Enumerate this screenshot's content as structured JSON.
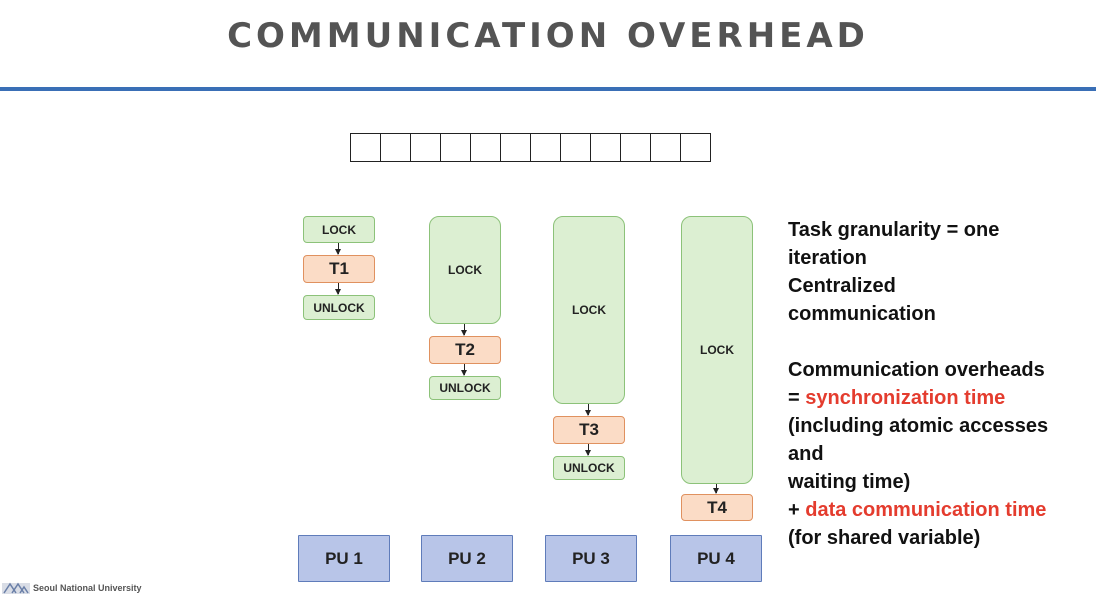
{
  "slide": {
    "title": "COMMUNICATION OVERHEAD",
    "array_cells": 12
  },
  "diagram": {
    "lock": "LOCK",
    "unlock": "UNLOCK",
    "tasks": [
      "T1",
      "T2",
      "T3",
      "T4"
    ],
    "pus": [
      "PU 1",
      "PU 2",
      "PU 3",
      "PU 4"
    ]
  },
  "notes": {
    "l1": "Task granularity = one",
    "l2": "iteration",
    "l3": "Centralized",
    "l4": "communication",
    "l5": "Communication overheads",
    "l6_prefix": "= ",
    "l6_red": "synchronization time",
    "l7": "(including atomic accesses",
    "l8": "and",
    "l9": "waiting time)",
    "l10_prefix": "+ ",
    "l10_red": "data communication time",
    "l11": "(for shared variable)"
  },
  "footer": {
    "university": "Seoul National University"
  },
  "colors": {
    "rule": "#3a6fb6",
    "lock_fill": "#dcefd2",
    "task_fill": "#fbdcc6",
    "pu_fill": "#b8c5e8",
    "highlight": "#e43c2e"
  }
}
